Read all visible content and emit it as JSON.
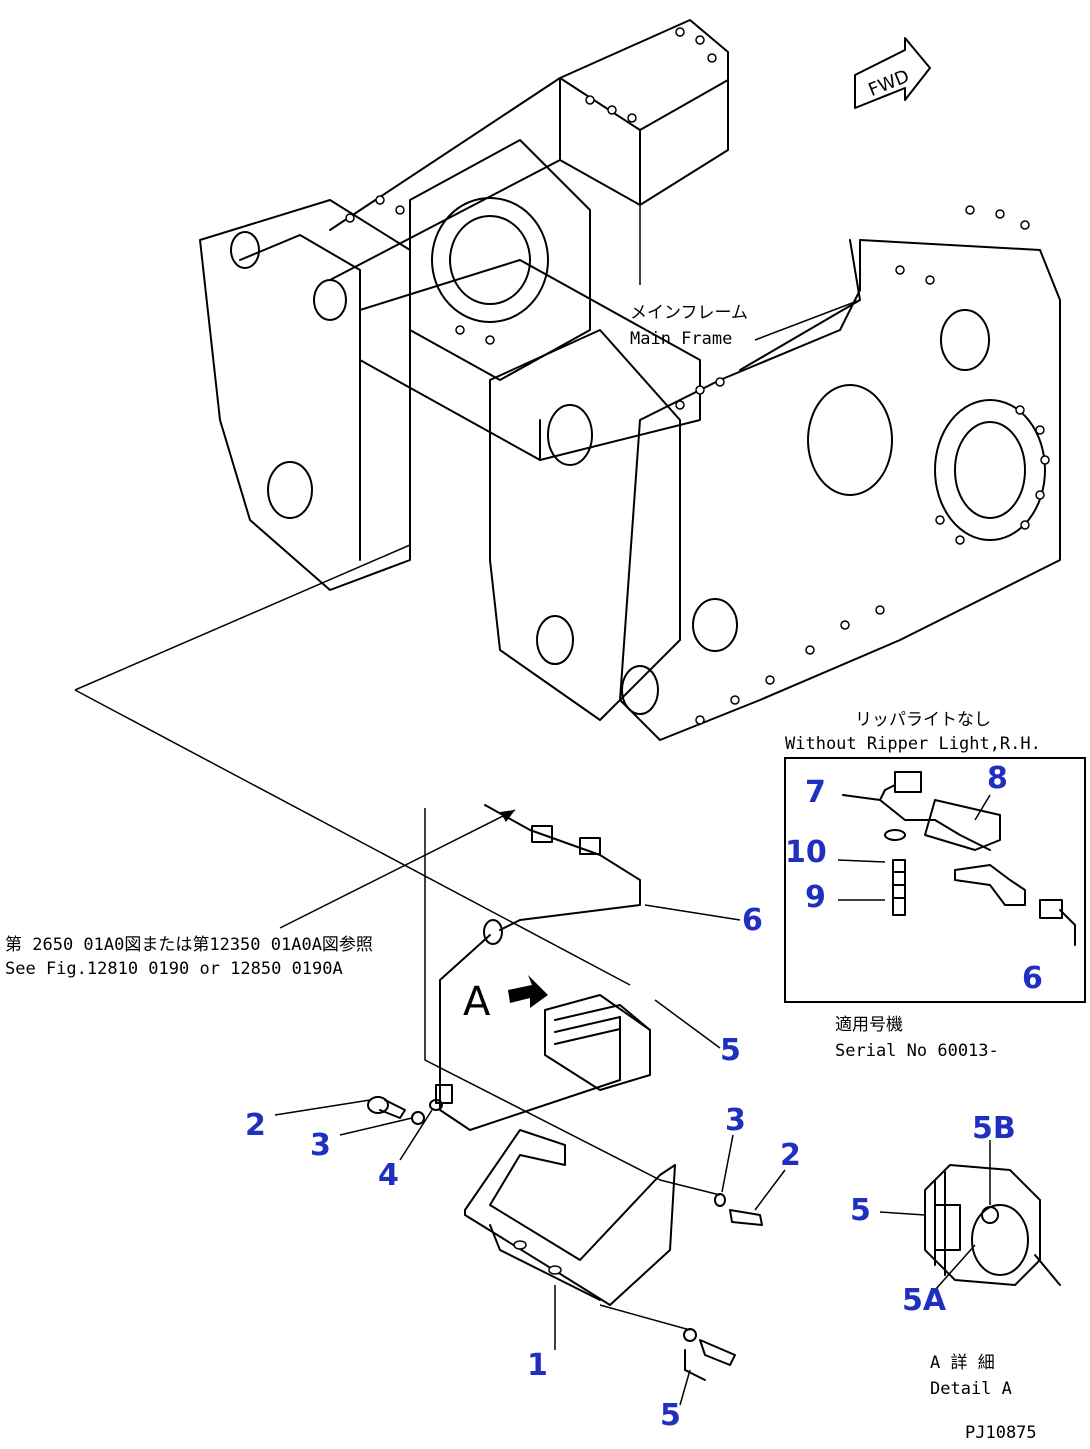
{
  "labels": {
    "main_frame_jp": "メインフレーム",
    "main_frame_en": "Main Frame",
    "fwd": "FWD",
    "without_ripper_jp": "リッパライトなし",
    "without_ripper_en": "Without Ripper Light,R.H.",
    "see_fig_jp": "第 2650 01A0図または第12350 01A0A図参照",
    "see_fig_en": "See Fig.12810 0190 or 12850 0190A",
    "view_a": "A",
    "serial_jp": "適用号機",
    "serial_en": "Serial No 60013-",
    "detail_jp": "A 詳 細",
    "detail_en": "Detail A",
    "drawing_no": "PJ10875"
  },
  "callouts": {
    "c1": "1",
    "c2a": "2",
    "c2b": "2",
    "c3a": "3",
    "c3b": "3",
    "c4": "4",
    "c5a": "5",
    "c5b": "5",
    "c5c": "5",
    "c5A": "5A",
    "c5B": "5B",
    "c6a": "6",
    "c6b": "6",
    "c7": "7",
    "c8": "8",
    "c9": "9",
    "c10": "10"
  },
  "colors": {
    "callout": "#1f2fbf",
    "line": "#000000"
  }
}
